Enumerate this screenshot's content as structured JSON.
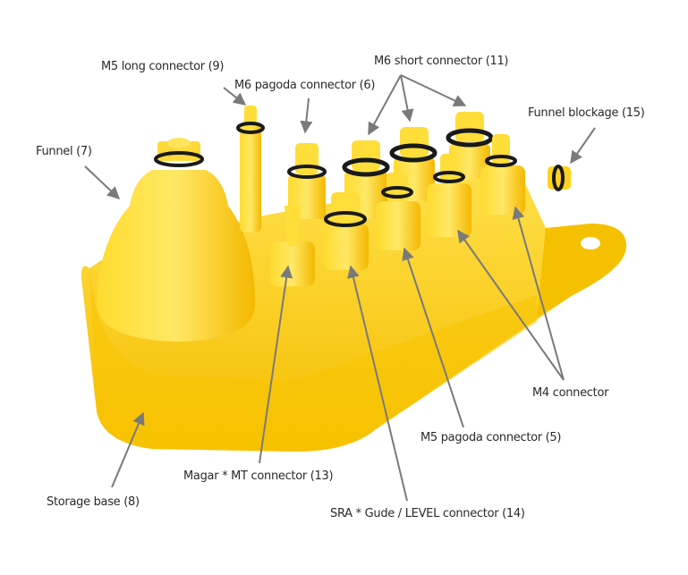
{
  "colors": {
    "plastic": "#ffd21f",
    "plastic_shade": "#f2b705",
    "oring": "#1a1a1a",
    "leader": "#7a7a7a"
  },
  "labels": {
    "m5_long": "M5 long connector (9)",
    "m6_pagoda": "M6 pagoda connector (6)",
    "m6_short": "M6 short connector (11)",
    "funnel_blockage": "Funnel blockage (15)",
    "funnel": "Funnel (7)",
    "m4": "M4 connector",
    "m5_pagoda": "M5 pagoda connector (5)",
    "magura_mt": "Magar * MT connector (13)",
    "storage_base": "Storage base (8)",
    "sram_level": "SRA * Gude / LEVEL connector (14)"
  }
}
